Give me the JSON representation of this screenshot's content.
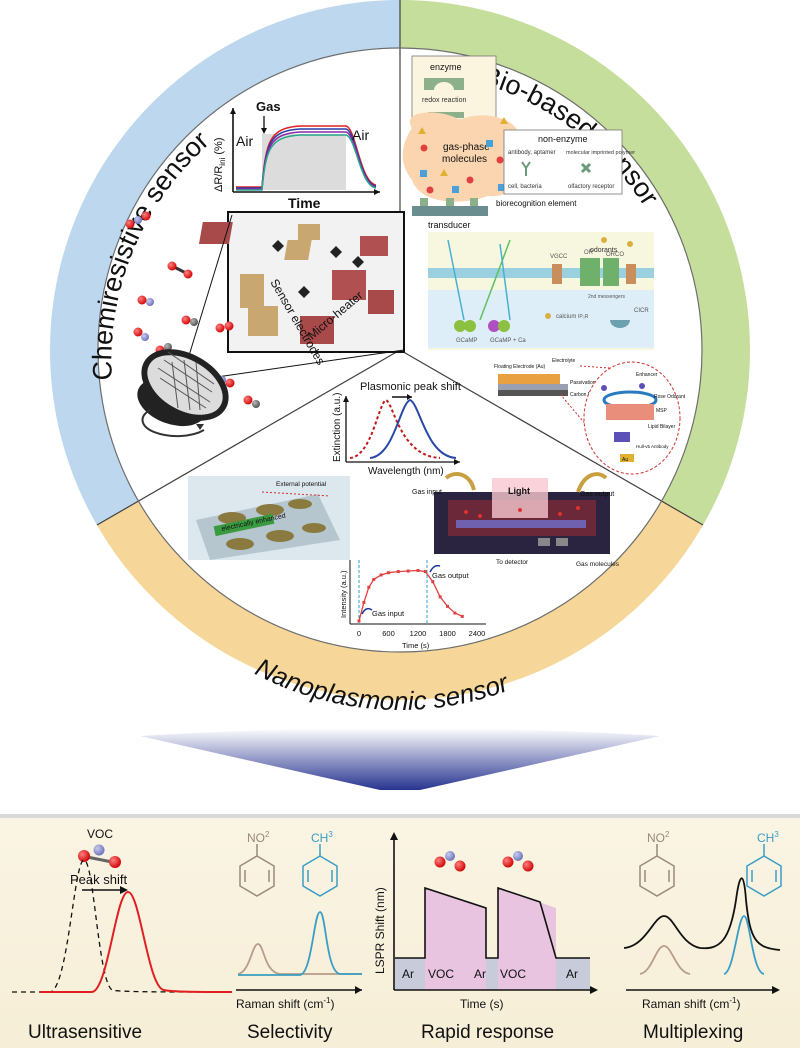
{
  "sectors": {
    "chemiresistive": "Chemiresistive sensor",
    "bio": "Bio-based sensor",
    "nanoplasmonic": "Nanoplasmonic sensor"
  },
  "colors": {
    "blue_sector": "#bcd7ee",
    "green_sector": "#c6de9b",
    "orange_sector": "#f6d799",
    "red_curve": "#e02020",
    "teal_curve": "#3a9ec4",
    "tan_curve": "#b79c88",
    "pink_fill": "#e8c4e0",
    "gray_fill": "#c8cbd9"
  },
  "chemi": {
    "gas_label": "Gas",
    "air_left": "Air",
    "air_right": "Air",
    "y_label": "ΔR/R",
    "y_label_sub": "ini",
    "y_label_unit": "(%)",
    "x_label": "Time",
    "sensor_label": "Sensor electrodes",
    "heater_label": "Micro-heater"
  },
  "bio": {
    "enzyme": "enzyme",
    "redox": "redox reaction",
    "gas_phase": "gas-phase",
    "molecules": "molecules",
    "non_enzyme": "non-enzyme",
    "antibody": "antibody, aptamer",
    "mip": "molecular imprinted polymer",
    "cell": "cell, bacteria",
    "olfactory": "olfactory receptor",
    "transducer": "transducer",
    "biorec": "biorecognition element",
    "odorants": "odorants",
    "calcium": "calcium",
    "gcamp": "GCaMP",
    "gcamp_ca": "GCaMP + Ca",
    "vgcc": "VGCC",
    "or": "OR",
    "orco": "ORCO",
    "messengers": "2nd messengers",
    "ip3r": "IP₃R",
    "cicr": "CICR",
    "floating": "Floating Electrode (Au)",
    "electrolyte": "Electrolyte",
    "passivation": "Passivation Layer",
    "cnt": "Carbon Nanotube",
    "enhancer": "Enhancer",
    "rose": "Rose Odorant",
    "msp": "MSP",
    "lipid": "Lipid Bilayer",
    "his": "Hull-v5 Antibody",
    "au": "Au"
  },
  "nano": {
    "peak_shift": "Plasmonic peak shift",
    "extinction": "Extinction (a.u.)",
    "wavelength": "Wavelength (nm)",
    "external": "External potential",
    "enhanced": "electrically enhanced",
    "light": "Light",
    "gas_input": "Gas input",
    "gas_output": "Gas output",
    "to_detector": "To detector",
    "gas_molecules": "Gas molecules",
    "chart_y": "Intensity (a.u.)",
    "chart_x": "Time (s)",
    "chart_gas_input": "Gas input",
    "chart_gas_output": "Gas output",
    "chart_ticks": [
      "0",
      "600",
      "1200",
      "1800",
      "2400"
    ]
  },
  "bottom": {
    "voc": "VOC",
    "peak_shift": "Peak shift",
    "no2_left": "NO",
    "no2_sup": "2",
    "ch3_left": "CH",
    "ch3_sup": "3",
    "raman_left": "Raman shift (cm",
    "raman_right": "Raman shift (cm",
    "raman_sup": "-1",
    "lspr_y": "LSPR Shift (nm)",
    "lspr_x": "Time (s)",
    "segments": [
      "Ar",
      "VOC",
      "Ar",
      "VOC",
      "Ar"
    ],
    "no2_right": "NO",
    "ch3_right": "CH",
    "titles": [
      "Ultrasensitive",
      "Selectivity",
      "Rapid response",
      "Multiplexing"
    ]
  },
  "chart_data": [
    {
      "type": "line",
      "title": "",
      "xlabel": "Time (s)",
      "ylabel": "Intensity (a.u.)",
      "xlim": [
        0,
        2400
      ],
      "x": [
        0,
        100,
        200,
        300,
        450,
        600,
        800,
        1000,
        1200,
        1350,
        1500,
        1650,
        1800,
        1950,
        2100
      ],
      "series": [
        {
          "values": [
            0.02,
            0.35,
            0.62,
            0.76,
            0.84,
            0.88,
            0.9,
            0.91,
            0.92,
            0.9,
            0.72,
            0.45,
            0.28,
            0.16,
            0.1
          ]
        }
      ]
    },
    {
      "type": "line",
      "title": "",
      "xlabel": "Time (s)",
      "ylabel": "LSPR Shift (nm)",
      "categories": [
        "Ar",
        "VOC",
        "Ar",
        "VOC",
        "Ar"
      ]
    }
  ]
}
